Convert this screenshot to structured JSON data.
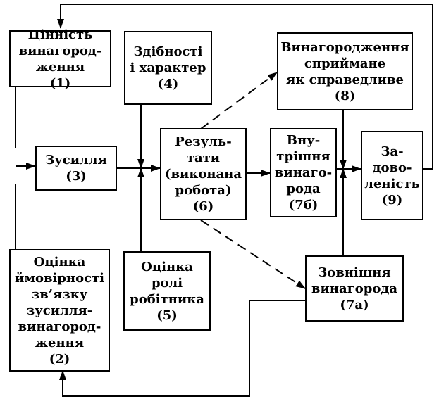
{
  "boxes": {
    "value": {
      "lines": [
        "Цінність",
        "винагород-",
        "ження",
        "(1)"
      ]
    },
    "ability": {
      "lines": [
        "Здібності",
        "і характер",
        "(4)"
      ]
    },
    "fairness": {
      "lines": [
        "Винагородження",
        "сприймане",
        "як справедливе",
        "(8)"
      ]
    },
    "effort": {
      "lines": [
        "Зусилля",
        "(3)"
      ]
    },
    "performance": {
      "lines": [
        "Резуль-",
        "тати",
        "(виконана",
        "робота)",
        "(6)"
      ]
    },
    "intrinsic": {
      "lines": [
        "Вну-",
        "трішня",
        "винаго-",
        "рода",
        "(7б)"
      ]
    },
    "satisfaction": {
      "lines": [
        "За-",
        "дово-",
        "леність",
        "(9)"
      ]
    },
    "probability": {
      "lines": [
        "Оцінка",
        "ймовірності",
        "зв’язку",
        "зусилля-",
        "винагород-",
        "ження",
        "(2)"
      ]
    },
    "role": {
      "lines": [
        "Оцінка",
        "ролі",
        "робітника",
        "(5)"
      ]
    },
    "extrinsic": {
      "lines": [
        "Зовнішня",
        "винагорода",
        "(7а)"
      ]
    }
  }
}
